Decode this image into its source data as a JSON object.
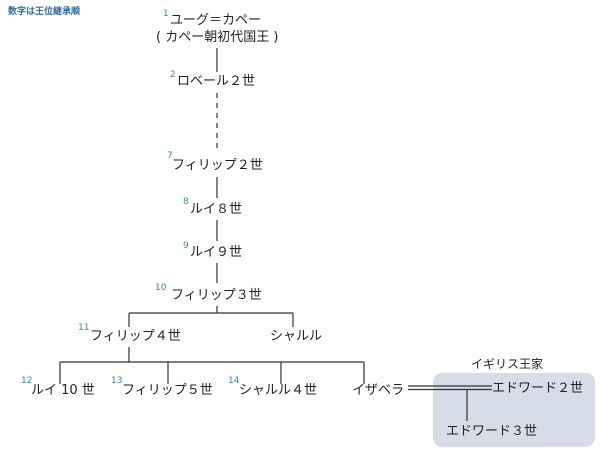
{
  "legend": "数字は王位継承順",
  "nodes": {
    "hugh": {
      "num": "1",
      "name": "ユーグ＝カペー",
      "note": "( カペー朝初代国王 )"
    },
    "robert2": {
      "num": "2",
      "name": "ロベール２世"
    },
    "philip2": {
      "num": "7",
      "name": "フィリップ２世"
    },
    "louis8": {
      "num": "8",
      "name": "ルイ８世"
    },
    "louis9": {
      "num": "9",
      "name": "ルイ９世"
    },
    "philip3": {
      "num": "10",
      "name": "フィリップ３世"
    },
    "philip4": {
      "num": "11",
      "name": "フィリップ４世"
    },
    "charles": {
      "name": "シャルル"
    },
    "louis10": {
      "num": "12",
      "name": "ルイ 10 世"
    },
    "philip5": {
      "num": "13",
      "name": "フィリップ５世"
    },
    "charles4": {
      "num": "14",
      "name": "シャルル４世"
    },
    "isabella": {
      "name": "イザベラ"
    },
    "edward2": {
      "name": "エドワード２世"
    },
    "edward3": {
      "name": "エドワード３世"
    }
  },
  "english_house": {
    "label": "イギリス王家",
    "box_color": "#d6dde9"
  },
  "colors": {
    "number": "#3a86b8",
    "legend": "#2f6ea6",
    "line": "#333333"
  }
}
